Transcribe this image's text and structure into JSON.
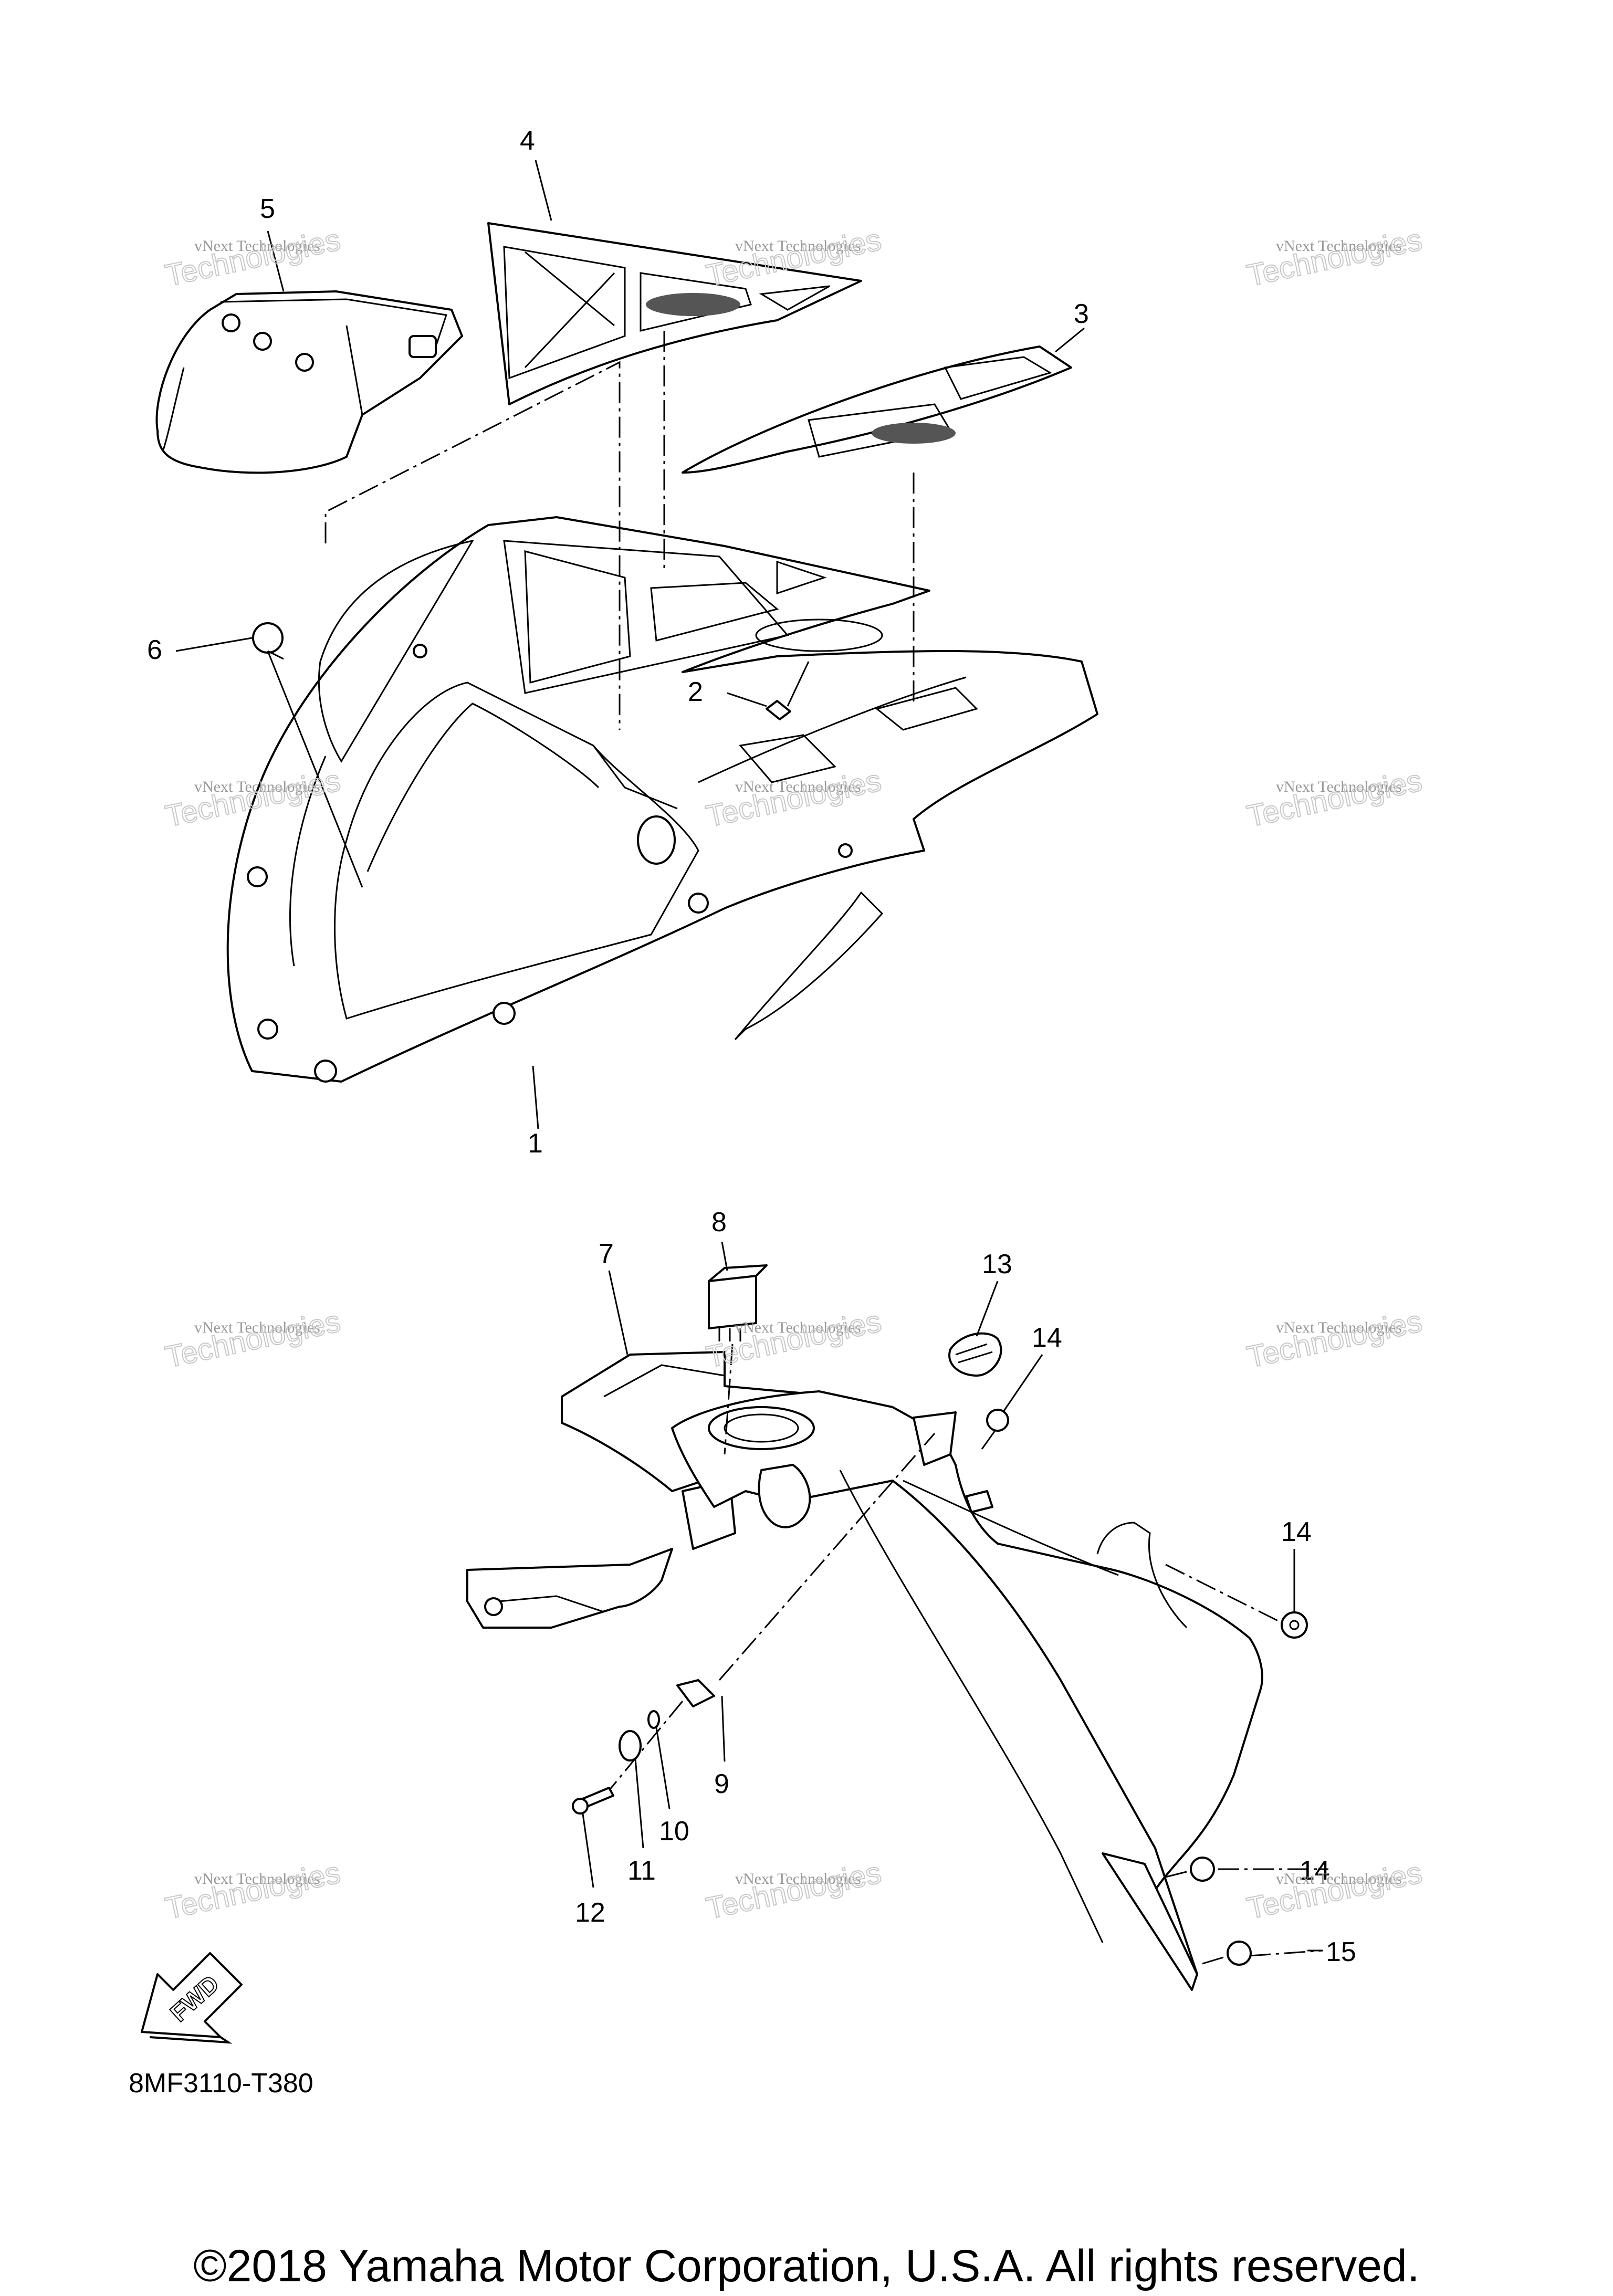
{
  "diagram": {
    "code": "8MF3110-T380",
    "copyright": "©2018 Yamaha Motor Corporation, U.S.A. All rights reserved.",
    "fwd_label": "FWD",
    "watermark": {
      "line1": "vNext Technologies",
      "line2": "Technologies"
    },
    "callouts": {
      "p1": "1",
      "p2": "2",
      "p3": "3",
      "p4": "4",
      "p5": "5",
      "p6": "6",
      "p7": "7",
      "p8": "8",
      "p9": "9",
      "p10": "10",
      "p11": "11",
      "p12": "12",
      "p13": "13",
      "p14a": "14",
      "p14b": "14",
      "p14c": "14",
      "p15": "15"
    }
  }
}
